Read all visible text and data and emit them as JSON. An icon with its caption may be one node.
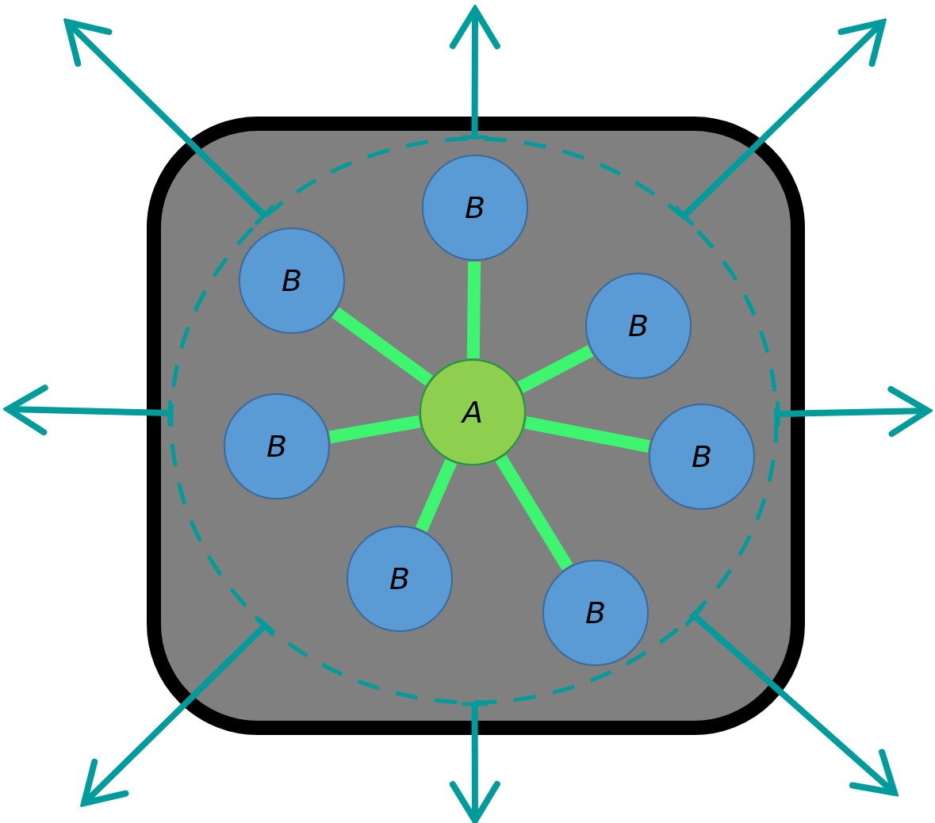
{
  "diagram": {
    "nodes": [
      {
        "text": [],
        "shape": "box"
      },
      {
        "text": [],
        "shape": "circle",
        "in": 0
      },
      {
        "text": [
          "B"
        ],
        "in": 1
      },
      {
        "text": [
          "B"
        ],
        "in": 1
      },
      {
        "text": [
          "B"
        ],
        "in": 1
      },
      {
        "text": [
          "A"
        ],
        "in": 1
      },
      {
        "text": [
          "B"
        ],
        "in": 1
      },
      {
        "text": [
          "B"
        ],
        "in": 1
      },
      {
        "text": [
          "B"
        ],
        "in": 1
      },
      {
        "text": [
          "B"
        ],
        "in": 1
      }
    ],
    "edges": [
      {
        "from": 5,
        "to": 2,
        "arrow": "none",
        "style": "thick",
        "color": "#3df56f"
      },
      {
        "from": 5,
        "to": 3,
        "arrow": "none",
        "style": "thick",
        "color": "#3df56f"
      },
      {
        "from": 5,
        "to": 4,
        "arrow": "none",
        "style": "thick",
        "color": "#3df56f"
      },
      {
        "from": 5,
        "to": 6,
        "arrow": "none",
        "style": "thick",
        "color": "#3df56f"
      },
      {
        "from": 5,
        "to": 7,
        "arrow": "none",
        "style": "thick",
        "color": "#3df56f"
      },
      {
        "from": 5,
        "to": 8,
        "arrow": "none",
        "style": "thick",
        "color": "#3df56f"
      },
      {
        "from": 5,
        "to": 9,
        "arrow": "none",
        "style": "thick",
        "color": "#3df56f"
      },
      {
        "from": 1,
        "to": null,
        "arrow": "to",
        "color": "#009b9b"
      },
      {
        "from": 1,
        "to": null,
        "arrow": "to",
        "color": "#009b9b"
      },
      {
        "from": 1,
        "to": null,
        "arrow": "to",
        "color": "#009b9b"
      },
      {
        "from": 1,
        "to": null,
        "arrow": "to",
        "color": "#009b9b"
      },
      {
        "from": 1,
        "to": null,
        "arrow": "to",
        "color": "#009b9b"
      },
      {
        "from": 1,
        "to": null,
        "arrow": "to",
        "color": "#009b9b"
      },
      {
        "from": 1,
        "to": null,
        "arrow": "to",
        "color": "#009b9b"
      },
      {
        "from": 1,
        "to": null,
        "arrow": "to",
        "color": "#009b9b"
      }
    ]
  }
}
